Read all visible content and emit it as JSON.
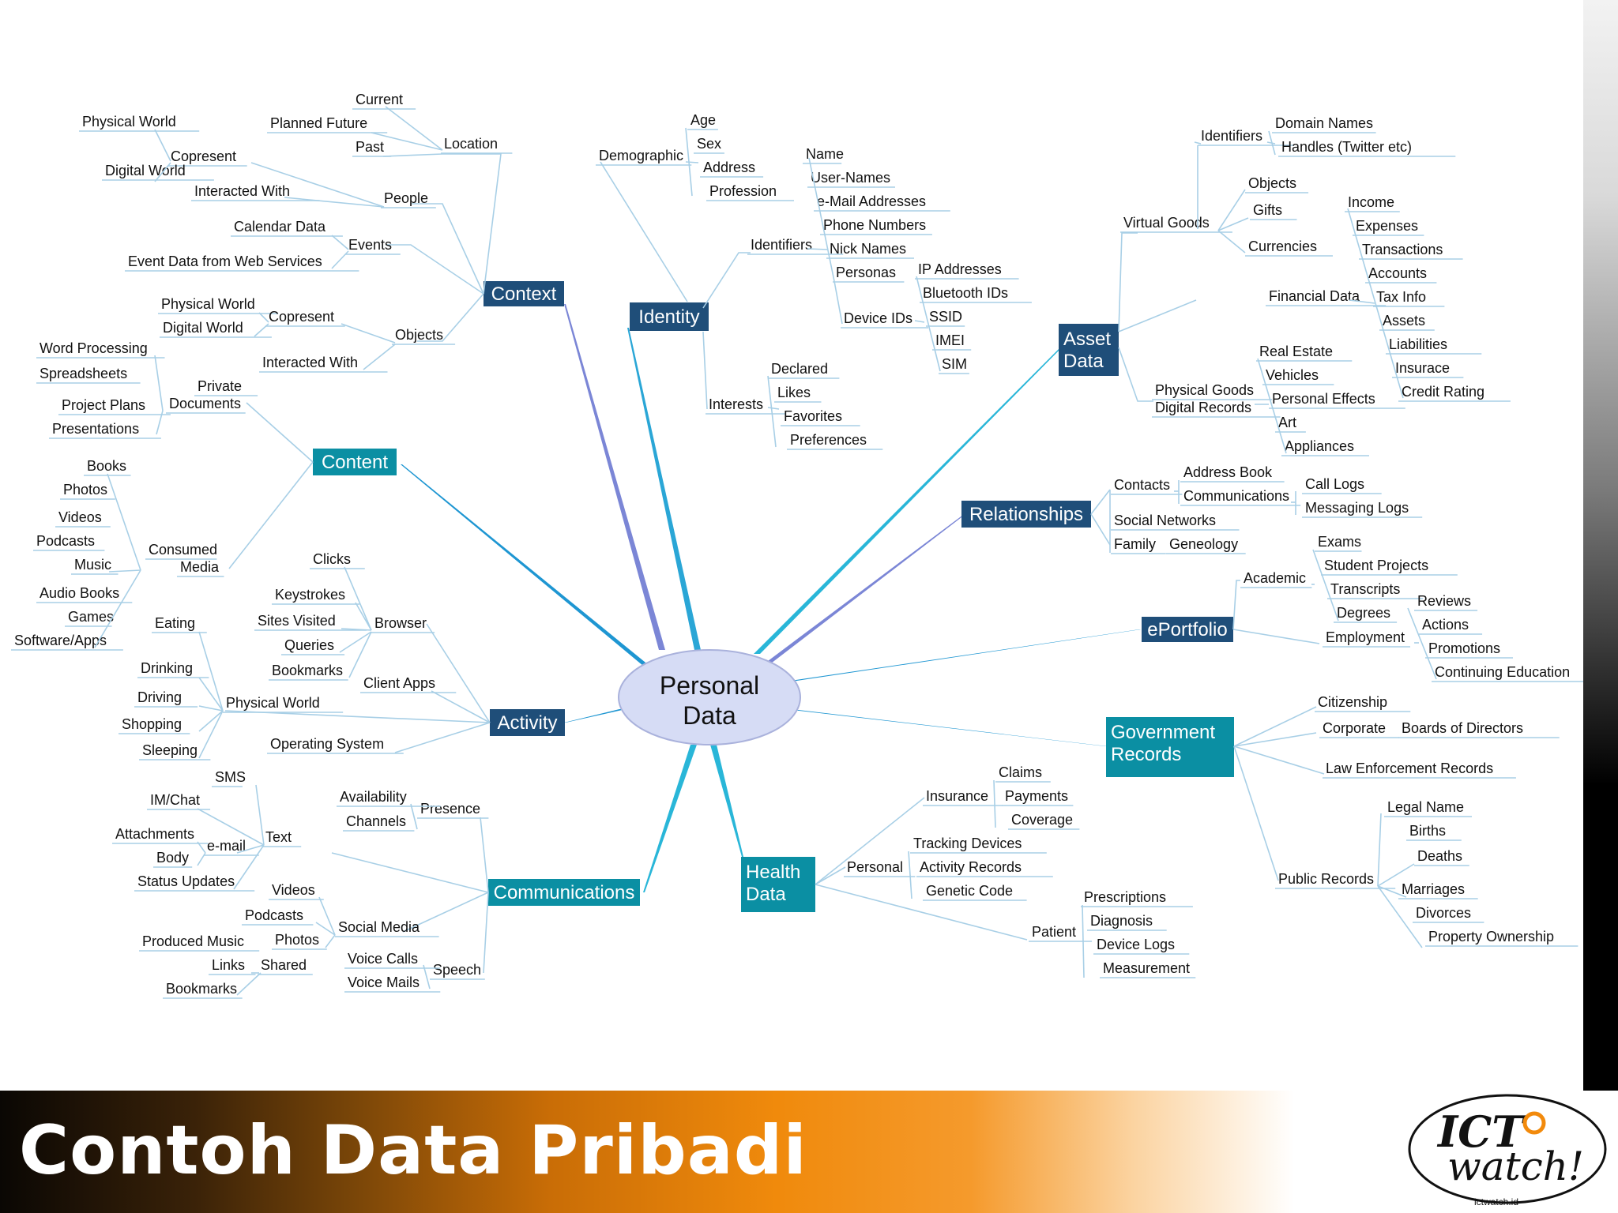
{
  "center": "Personal Data",
  "footer": {
    "title": "Contoh Data Pribadi",
    "logo_text": "ICT watch!",
    "logo_url": "ictwatch.id"
  },
  "colors": {
    "dark_blue": "#1f4e79",
    "teal": "#0b8fa3",
    "cyan_line": "#29b6d8",
    "purple_line": "#7b86d6",
    "thin_line": "#a8cfe6",
    "bubble": "#d6dcf5"
  },
  "labels": {
    "b_context": "Context",
    "b_identity": "Identity",
    "b_asset": "Asset Data",
    "b_content": "Content",
    "b_relationships": "Relationships",
    "b_eportfolio": "ePortfolio",
    "b_activity": "Activity",
    "b_gov": "Government Records",
    "b_comm": "Communications",
    "b_health": "Health Data",
    "ctx_location": "Location",
    "ctx_current": "Current",
    "ctx_planned": "Planned Future",
    "ctx_past": "Past",
    "ctx_people": "People",
    "ctx_physical_world": "Physical World",
    "ctx_copresent": "Copresent",
    "ctx_digital_world": "Digital World",
    "ctx_interacted": "Interacted With",
    "ctx_events": "Events",
    "ctx_calendar": "Calendar Data",
    "ctx_event_web": "Event Data from Web Services",
    "ctx_objects": "Objects",
    "ctx_obj_physical": "Physical World",
    "ctx_obj_digital": "Digital World",
    "ctx_obj_copresent": "Copresent",
    "ctx_obj_interacted": "Interacted With",
    "id_demographic": "Demographic",
    "id_age": "Age",
    "id_sex": "Sex",
    "id_address": "Address",
    "id_profession": "Profession",
    "id_identifiers": "Identifiers",
    "id_name": "Name",
    "id_usernames": "User-Names",
    "id_email": "e-Mail Addresses",
    "id_phone": "Phone Numbers",
    "id_nick": "Nick Names",
    "id_personas": "Personas",
    "id_device": "Device IDs",
    "id_ip": "IP Addresses",
    "id_bt": "Bluetooth IDs",
    "id_ssid": "SSID",
    "id_imei": "IMEI",
    "id_sim": "SIM",
    "id_interests": "Interests",
    "id_declared": "Declared",
    "id_likes": "Likes",
    "id_favorites": "Favorites",
    "id_preferences": "Preferences",
    "as_identifiers": "Identifiers",
    "as_domain": "Domain Names",
    "as_handles": "Handles (Twitter etc)",
    "as_virtual": "Virtual Goods",
    "as_objects": "Objects",
    "as_gifts": "Gifts",
    "as_currencies": "Currencies",
    "as_financial": "Financial Data",
    "as_income": "Income",
    "as_expenses": "Expenses",
    "as_transactions": "Transactions",
    "as_accounts": "Accounts",
    "as_tax": "Tax Info",
    "as_assets": "Assets",
    "as_liabilities": "Liabilities",
    "as_insurace": "Insurace",
    "as_credit": "Credit Rating",
    "as_physical_goods": "Physical Goods",
    "as_digital_records": "Digital Records",
    "as_real_estate": "Real Estate",
    "as_vehicles": "Vehicles",
    "as_personal_effects": "Personal Effects",
    "as_art": "Art",
    "as_appliances": "Appliances",
    "co_private1": "Private",
    "co_private2": "Documents",
    "co_word": "Word Processing",
    "co_spread": "Spreadsheets",
    "co_project": "Project Plans",
    "co_present": "Presentations",
    "co_consumed1": "Consumed",
    "co_consumed2": "Media",
    "co_books": "Books",
    "co_photos": "Photos",
    "co_videos": "Videos",
    "co_podcasts": "Podcasts",
    "co_music": "Music",
    "co_audiobooks": "Audio Books",
    "co_games": "Games",
    "co_software": "Software/Apps",
    "re_contacts": "Contacts",
    "re_address_book": "Address Book",
    "re_communications": "Communications",
    "re_call_logs": "Call Logs",
    "re_messaging": "Messaging Logs",
    "re_social": "Social Networks",
    "re_family": "Family",
    "re_geneology": "Geneology",
    "ep_academic": "Academic",
    "ep_exams": "Exams",
    "ep_student": "Student Projects",
    "ep_transcripts": "Transcripts",
    "ep_degrees": "Degrees",
    "ep_employment": "Employment",
    "ep_reviews": "Reviews",
    "ep_actions": "Actions",
    "ep_promotions": "Promotions",
    "ep_continuing": "Continuing Education",
    "ac_browser": "Browser",
    "ac_clicks": "Clicks",
    "ac_keystrokes": "Keystrokes",
    "ac_sites": "Sites Visited",
    "ac_queries": "Queries",
    "ac_bookmarks": "Bookmarks",
    "ac_client": "Client Apps",
    "ac_physical": "Physical World",
    "ac_eating": "Eating",
    "ac_drinking": "Drinking",
    "ac_driving": "Driving",
    "ac_shopping": "Shopping",
    "ac_sleeping": "Sleeping",
    "ac_os": "Operating System",
    "gv_citizenship": "Citizenship",
    "gv_corporate": "Corporate",
    "gv_boards": "Boards of Directors",
    "gv_law": "Law Enforcement Records",
    "gv_public": "Public Records",
    "gv_legal": "Legal Name",
    "gv_births": "Births",
    "gv_deaths": "Deaths",
    "gv_marriages": "Marriages",
    "gv_divorces": "Divorces",
    "gv_property": "Property Ownership",
    "cm_presence": "Presence",
    "cm_availability": "Availability",
    "cm_channels": "Channels",
    "cm_text": "Text",
    "cm_sms": "SMS",
    "cm_im": "IM/Chat",
    "cm_email": "e-mail",
    "cm_attachments": "Attachments",
    "cm_body": "Body",
    "cm_status": "Status Updates",
    "cm_social": "Social Media",
    "cm_videos": "Videos",
    "cm_podcasts": "Podcasts",
    "cm_photos": "Photos",
    "cm_produced": "Produced Music",
    "cm_shared": "Shared",
    "cm_links": "Links",
    "cm_bookmarks": "Bookmarks",
    "cm_speech": "Speech",
    "cm_voice_calls": "Voice Calls",
    "cm_voice_mails": "Voice Mails",
    "hd_insurance": "Insurance",
    "hd_claims": "Claims",
    "hd_payments": "Payments",
    "hd_coverage": "Coverage",
    "hd_personal": "Personal",
    "hd_tracking": "Tracking Devices",
    "hd_activity": "Activity Records",
    "hd_genetic": "Genetic Code",
    "hd_patient": "Patient",
    "hd_prescriptions": "Prescriptions",
    "hd_diagnosis": "Diagnosis",
    "hd_device_logs": "Device Logs",
    "hd_measurement": "Measurement"
  }
}
